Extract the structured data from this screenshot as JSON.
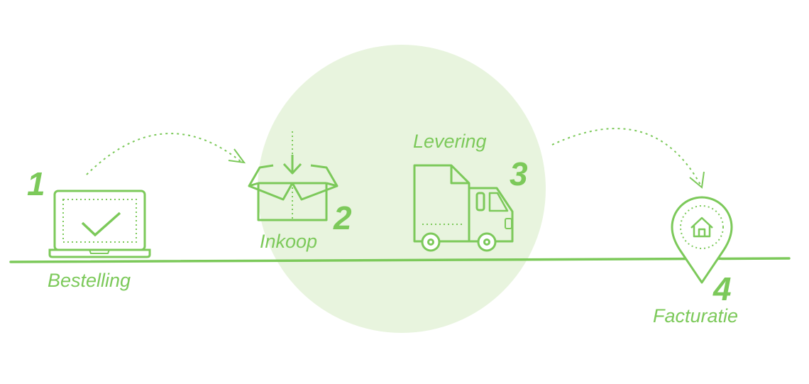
{
  "colors": {
    "accent": "#7cc95a",
    "highlight": "#e8f4de"
  },
  "steps": [
    {
      "number": "1",
      "label": "Bestelling",
      "icon": "laptop-check-icon"
    },
    {
      "number": "2",
      "label": "Inkoop",
      "icon": "box-arrow-icon"
    },
    {
      "number": "3",
      "label": "Levering",
      "icon": "delivery-truck-icon"
    },
    {
      "number": "4",
      "label": "Facturatie",
      "icon": "home-location-pin-icon"
    }
  ]
}
